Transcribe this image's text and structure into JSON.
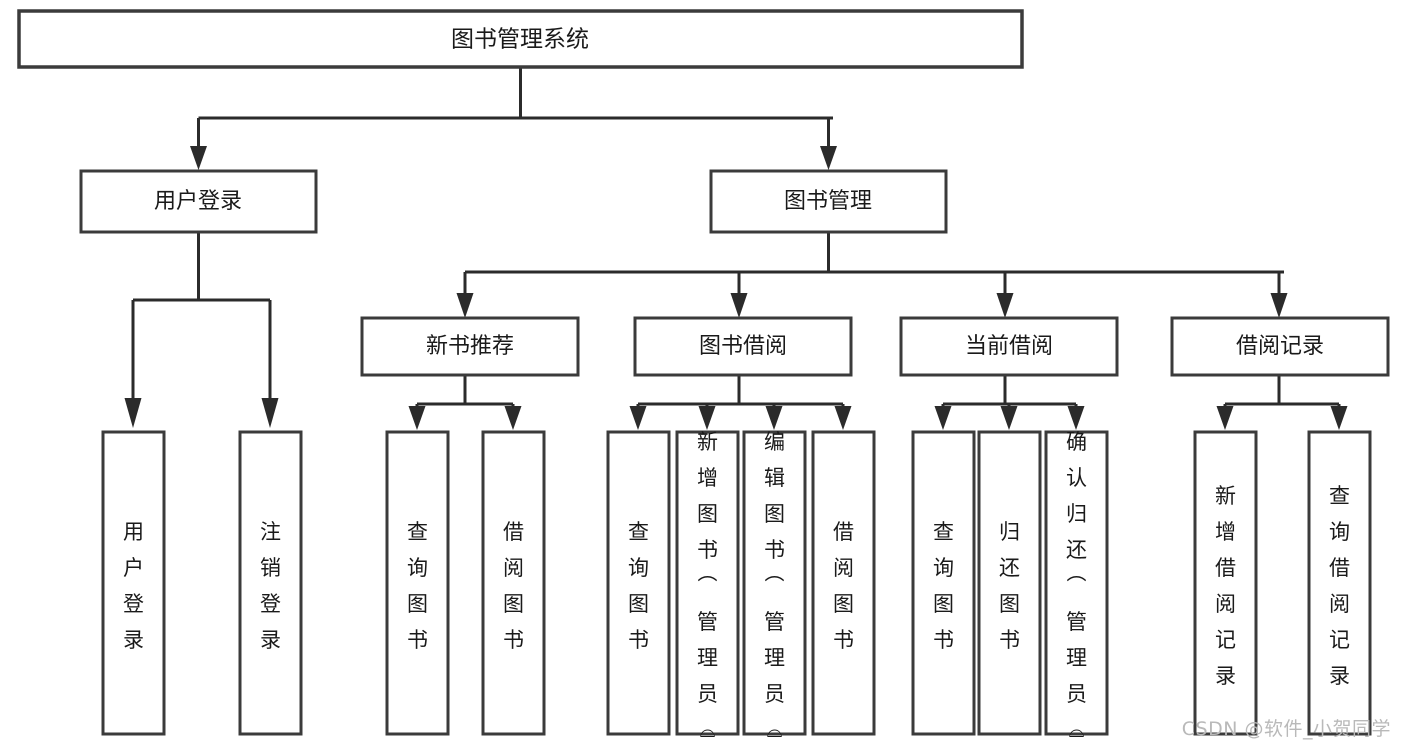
{
  "diagram": {
    "type": "tree-hierarchy",
    "orientation": "top-down",
    "root": {
      "id": "root",
      "label": "图书管理系统"
    },
    "level2": [
      {
        "id": "user-login",
        "label": "用户登录"
      },
      {
        "id": "book-manage",
        "label": "图书管理"
      }
    ],
    "level3": [
      {
        "id": "new-book-recommend",
        "label": "新书推荐",
        "parent": "book-manage"
      },
      {
        "id": "book-borrow",
        "label": "图书借阅",
        "parent": "book-manage"
      },
      {
        "id": "current-borrow",
        "label": "当前借阅",
        "parent": "book-manage"
      },
      {
        "id": "borrow-record",
        "label": "借阅记录",
        "parent": "book-manage"
      }
    ],
    "leaves": {
      "user-login": [
        {
          "id": "leaf-user-login",
          "label": "用户登录"
        },
        {
          "id": "leaf-logout-login",
          "label": "注销登录"
        }
      ],
      "new-book-recommend": [
        {
          "id": "leaf-query-book-1",
          "label": "查询图书"
        },
        {
          "id": "leaf-borrow-book-1",
          "label": "借阅图书"
        }
      ],
      "book-borrow": [
        {
          "id": "leaf-query-book-2",
          "label": "查询图书"
        },
        {
          "id": "leaf-add-book",
          "label": "新增图书（管理员）"
        },
        {
          "id": "leaf-edit-book",
          "label": "编辑图书（管理员）"
        },
        {
          "id": "leaf-borrow-book-2",
          "label": "借阅图书"
        }
      ],
      "current-borrow": [
        {
          "id": "leaf-query-book-3",
          "label": "查询图书"
        },
        {
          "id": "leaf-return-book",
          "label": "归还图书"
        },
        {
          "id": "leaf-confirm-return",
          "label": "确认归还（管理员）"
        }
      ],
      "borrow-record": [
        {
          "id": "leaf-add-record",
          "label": "新增借阅记录"
        },
        {
          "id": "leaf-query-record",
          "label": "查询借阅记录"
        }
      ]
    }
  },
  "colors": {
    "box_stroke": "#3b3b3b",
    "connector": "#2b2b2b",
    "text": "#1a1a1a",
    "background": "#ffffff",
    "watermark": "#b9b9b9"
  },
  "watermark": {
    "text": "CSDN @软件_小贺同学"
  }
}
